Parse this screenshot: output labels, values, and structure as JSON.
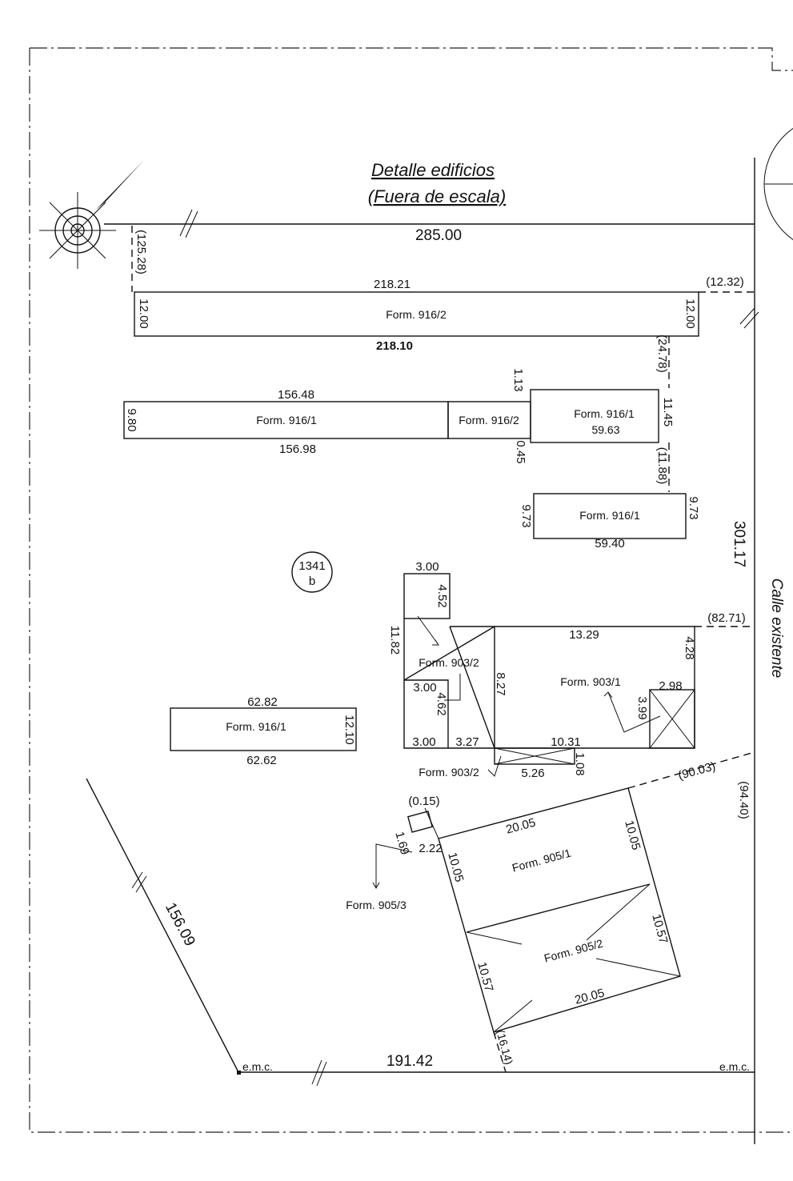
{
  "title": {
    "line1": "Detalle edificios",
    "line2": "(Fuera de escala)"
  },
  "parcel": {
    "id": "1341",
    "sub": "b",
    "street": "Calle existente",
    "corner_mark": "e.m.c."
  },
  "boundary": {
    "top": "285.00",
    "right": "301.17",
    "bottom": "191.42",
    "diagonal": "156.09",
    "left_offset": "(125.28)"
  },
  "offsets": {
    "o1232": "(12.32)",
    "o2478": "(24.78)",
    "o1188": "(11.88)",
    "o8271": "(82.71)",
    "o9003": "(90.03)",
    "o9440": "(94.40)",
    "o015": "(0.15)",
    "o1614": "(16.14)"
  },
  "b1": {
    "label": "Form. 916/2",
    "top": "218.21",
    "bottom": "218.10",
    "left": "12.00",
    "right": "12.00"
  },
  "b2": {
    "label_a": "Form. 916/1",
    "label_b": "Form. 916/2",
    "label_c": "Form. 916/1",
    "top": "156.48",
    "bottom": "156.98",
    "left": "9.80",
    "d113": "1.13",
    "d045": "0.45",
    "d1145": "11.45",
    "inner": "59.63"
  },
  "b3": {
    "label": "Form. 916/1",
    "left": "9.73",
    "right": "9.73",
    "bottom": "59.40"
  },
  "b4": {
    "label": "Form. 916/1",
    "top": "62.82",
    "bottom": "62.62",
    "right": "12.10"
  },
  "b903": {
    "label_1": "Form. 903/1",
    "label_2": "Form. 903/2",
    "label_3": "Form. 903/2",
    "d300a": "3.00",
    "d452": "4.52",
    "d1182": "11.82",
    "d300b": "3.00",
    "d462": "4.62",
    "d300c": "3.00",
    "d327": "3.27",
    "d827": "8.27",
    "d1329": "13.29",
    "d428": "4.28",
    "d298": "2.98",
    "d399": "3.99",
    "d1031": "10.31",
    "d108": "1.08",
    "d526": "5.26"
  },
  "b905": {
    "label_1": "Form. 905/1",
    "label_2": "Form. 905/2",
    "label_3": "Form. 905/3",
    "top": "20.05",
    "bottom": "20.05",
    "right_top": "10.05",
    "left_top": "10.05",
    "left_bottom": "10.57",
    "right_bottom": "10.57",
    "d169": "1.69",
    "d222": "2.22"
  }
}
